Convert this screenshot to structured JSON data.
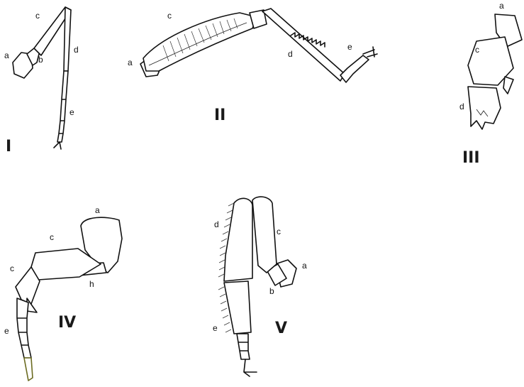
{
  "figures": [
    {
      "numeral": "I",
      "labels": {
        "a": "a",
        "b": "b",
        "c": "c",
        "d": "d",
        "e": "e"
      }
    },
    {
      "numeral": "II",
      "labels": {
        "a": "a",
        "c": "c",
        "d": "d",
        "e": "e"
      }
    },
    {
      "numeral": "III",
      "labels": {
        "a": "a",
        "c": "c",
        "d": "d"
      }
    },
    {
      "numeral": "IV",
      "labels": {
        "a": "a",
        "c1": "c",
        "c2": "c",
        "h": "h",
        "e": "e"
      }
    },
    {
      "numeral": "V",
      "labels": {
        "a": "a",
        "b": "b",
        "c": "c",
        "d": "d",
        "e": "e"
      }
    }
  ]
}
